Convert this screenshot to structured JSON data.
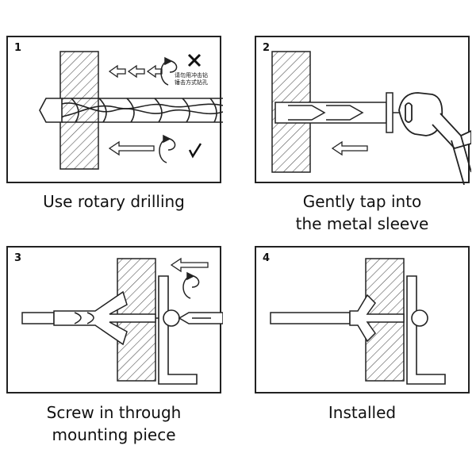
{
  "steps": [
    {
      "number": "1",
      "caption": "Use rotary drilling",
      "note_cn": "请勿用冲击钻\n锤击方式钻孔",
      "colors": {
        "stroke": "#222222",
        "hatch": "#555555",
        "bg": "#ffffff"
      }
    },
    {
      "number": "2",
      "caption_line1": "Gently tap into",
      "caption_line2": "the metal sleeve"
    },
    {
      "number": "3",
      "caption_line1": "Screw in through",
      "caption_line2": "mounting piece"
    },
    {
      "number": "4",
      "caption": "Installed"
    }
  ],
  "icons": [
    "wrong-cross-icon",
    "check-mark-icon",
    "rotate-arrow-icon",
    "left-arrow-icon",
    "hammer-icon",
    "screwdriver-icon",
    "drill-bit-icon",
    "wall-section-icon",
    "anchor-sleeve-icon",
    "hook-bracket-icon"
  ]
}
